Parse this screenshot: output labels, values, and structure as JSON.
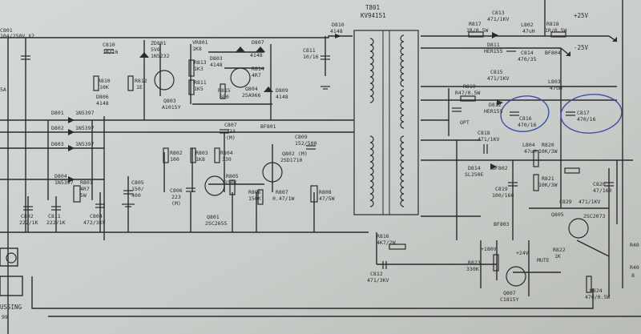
{
  "diagram": {
    "transformer": {
      "ref": "T801",
      "part": "KV94151"
    },
    "top_refs": [
      "C801",
      "104/250V.X2",
      "C810",
      "10/16",
      "ZD801",
      "5V6",
      "1N5232",
      "VR801",
      "1K8",
      "R813",
      "1K3",
      "R811",
      "1K5",
      "D803",
      "4148",
      "D807",
      "4148",
      "R814",
      "4R7",
      "D809",
      "4148",
      "Q804",
      "2SA966",
      "R815",
      "680",
      "Q803",
      "A1015Y",
      "R810",
      "10K",
      "R812",
      "1E",
      "D806",
      "4148",
      "D810",
      "4148",
      "C811",
      "10/16"
    ],
    "left_diodes": [
      {
        "ref": "D801",
        "part": "1N5397"
      },
      {
        "ref": "D802",
        "part": "1N5397"
      },
      {
        "ref": "D803",
        "part": "1N5397"
      },
      {
        "ref": "D804",
        "part": "1N5397"
      }
    ],
    "left_refs": [
      "R801",
      "4R7",
      "5W",
      "C802",
      "222/1K",
      "C811",
      "222/1K",
      "C804",
      "472/3KV",
      "C805",
      "150/",
      "400",
      "5A"
    ],
    "mid_refs": [
      "C807",
      "223",
      "(M)",
      "R803",
      "1K8",
      "R804",
      "330",
      "R802",
      "100",
      "BF801",
      "Q802",
      "2SD1710",
      "C809",
      "152/500",
      "(M)",
      "C806",
      "223",
      "(M)",
      "R805",
      "150K",
      "R806",
      "150K",
      "R807",
      "0.47/1W",
      "R808",
      "47/5W",
      "Q801",
      "2SC2655"
    ],
    "right_refs": [
      "R817",
      "1R/0.5W",
      "C813",
      "471/1KV",
      "L802",
      "47uH",
      "R818",
      "1R/0.5W",
      "D811",
      "HER155",
      "C814",
      "470/35",
      "BF804",
      "C815",
      "471/1KV",
      "R819",
      "R47/0.5W",
      "D812",
      "HER155",
      "C816",
      "470/16",
      "L803",
      "47uH",
      "C817",
      "470/16",
      "C818",
      "471/1KV",
      "L804",
      "47uH",
      "R820",
      "10K/3W",
      "D814",
      "SL250E",
      "BF802",
      "R821",
      "10K/3W",
      "C820",
      "47/160",
      "C819",
      "100/160",
      "BF803",
      "Q805",
      "C829",
      "471/1KV",
      "2SC2073",
      "R822",
      "1K",
      "R816",
      "4K7/2W",
      "C812",
      "471/3KV",
      "R823",
      "330K",
      "Q807",
      "C1815Y",
      "MUTE",
      "R824",
      "470/0.5W"
    ],
    "rails": [
      "+25V",
      "-25V"
    ],
    "misc": [
      "OPT",
      "+180V",
      "+24V",
      "R40",
      "R40",
      "8"
    ],
    "connector_text": "USSING",
    "page_fragment": "99"
  },
  "colors": {
    "paper": "#cfd3cf",
    "ink": "#2b2b2b",
    "annotation_circle": "#3e4fa8"
  }
}
